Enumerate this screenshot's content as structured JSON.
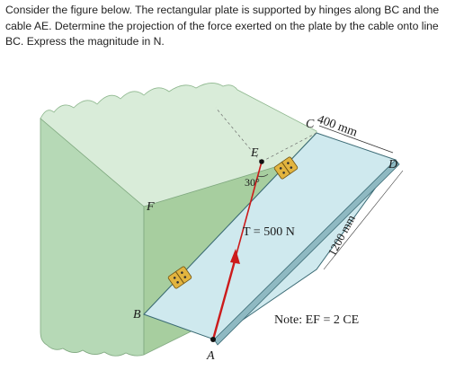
{
  "problem": {
    "text": "Consider the figure below. The rectangular plate is supported by hinges along BC and the cable AE. Determine the projection of the force exerted on the plate by the cable onto line BC. Express the magnitude in N."
  },
  "figure": {
    "labels": {
      "C": "C",
      "D": "D",
      "E": "E",
      "F": "F",
      "B": "B",
      "A": "A",
      "dim_top": "400 mm",
      "dim_side": "1200 mm",
      "angle": "30°",
      "tension": "T = 500 N",
      "note": "Note: EF = 2 CE"
    },
    "colors": {
      "wall_top": "#d9ecd9",
      "wall_front": "#b6d9b6",
      "wall_side": "#a7ce9f",
      "plate": "#cfe9ee",
      "cable": "#cc1b1b",
      "hinge": "#e2b43f"
    },
    "icons": [
      "hinge-icon",
      "hinge-icon"
    ]
  }
}
